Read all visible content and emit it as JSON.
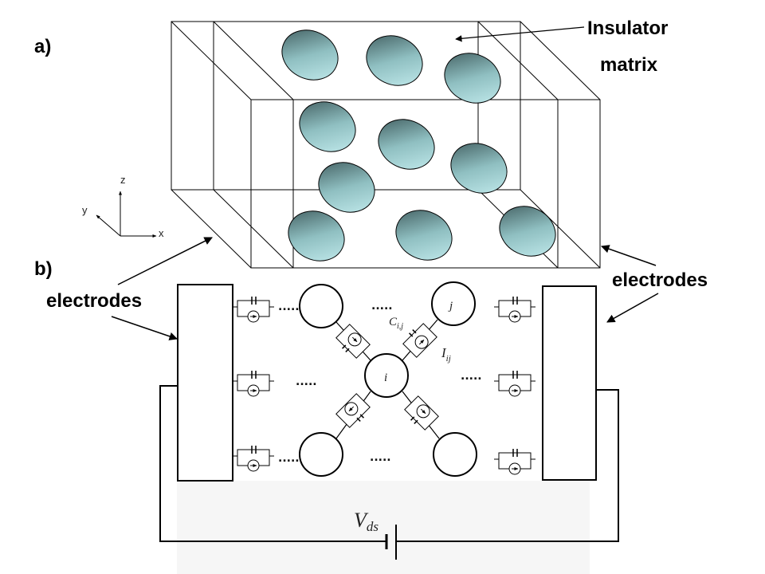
{
  "panel_a": {
    "label": "a)",
    "insulator_label_line1": "Insulator",
    "insulator_label_line2": "matrix",
    "axes": {
      "z": "z",
      "y": "y",
      "x": "x"
    }
  },
  "panel_b": {
    "label": "b)",
    "electrodes_left": "electrodes",
    "electrodes_right": "electrodes",
    "node_i": "i",
    "node_j": "j",
    "capacitance_sym": "C",
    "capacitance_sub": "i,j",
    "current_sym": "I",
    "current_sub": "ij",
    "voltage_sym": "V",
    "voltage_sub": "ds",
    "ellipsis": "....."
  },
  "colors": {
    "particle_dark": "#3c5a5c",
    "particle_light": "#b8e4e6",
    "line": "#000000",
    "circuit_bg": "#f4f4f4"
  }
}
